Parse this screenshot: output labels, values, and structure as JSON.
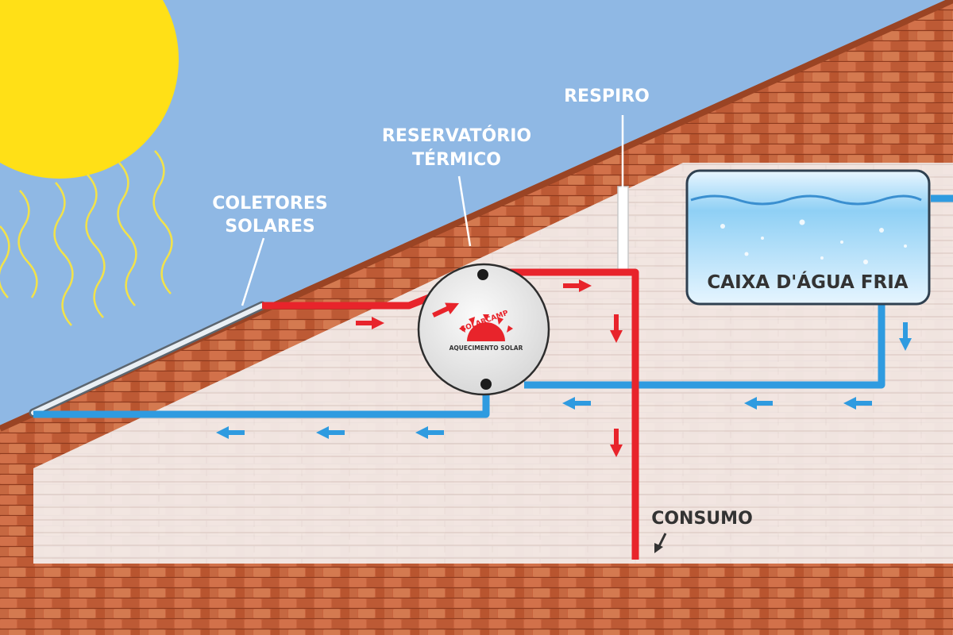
{
  "labels": {
    "collectors_line1": "COLETORES",
    "collectors_line2": "SOLARES",
    "reservoir_line1": "RESERVATÓRIO",
    "reservoir_line2": "TÉRMICO",
    "vent": "RESPIRO",
    "cold_tank": "CAIXA D'ÁGUA FRIA",
    "consumption": "CONSUMO"
  },
  "brand": {
    "name": "SOLARCAMP",
    "tagline": "AQUECIMENTO SOLAR"
  },
  "colors": {
    "sky": "#8fb8e4",
    "sun": "#ffe017",
    "sun_rays": "#f2e24a",
    "roof_tile": "#c8633d",
    "wall_overlay": "#ffffff",
    "hot_pipe": "#e8242b",
    "cold_pipe": "#2f9be0",
    "label_text": "#ffffff",
    "dark_text": "#333333"
  },
  "icons": [
    "sun-icon",
    "flow-arrow-icon",
    "solar-collector-icon",
    "thermal-tank-icon",
    "water-tank-icon"
  ]
}
